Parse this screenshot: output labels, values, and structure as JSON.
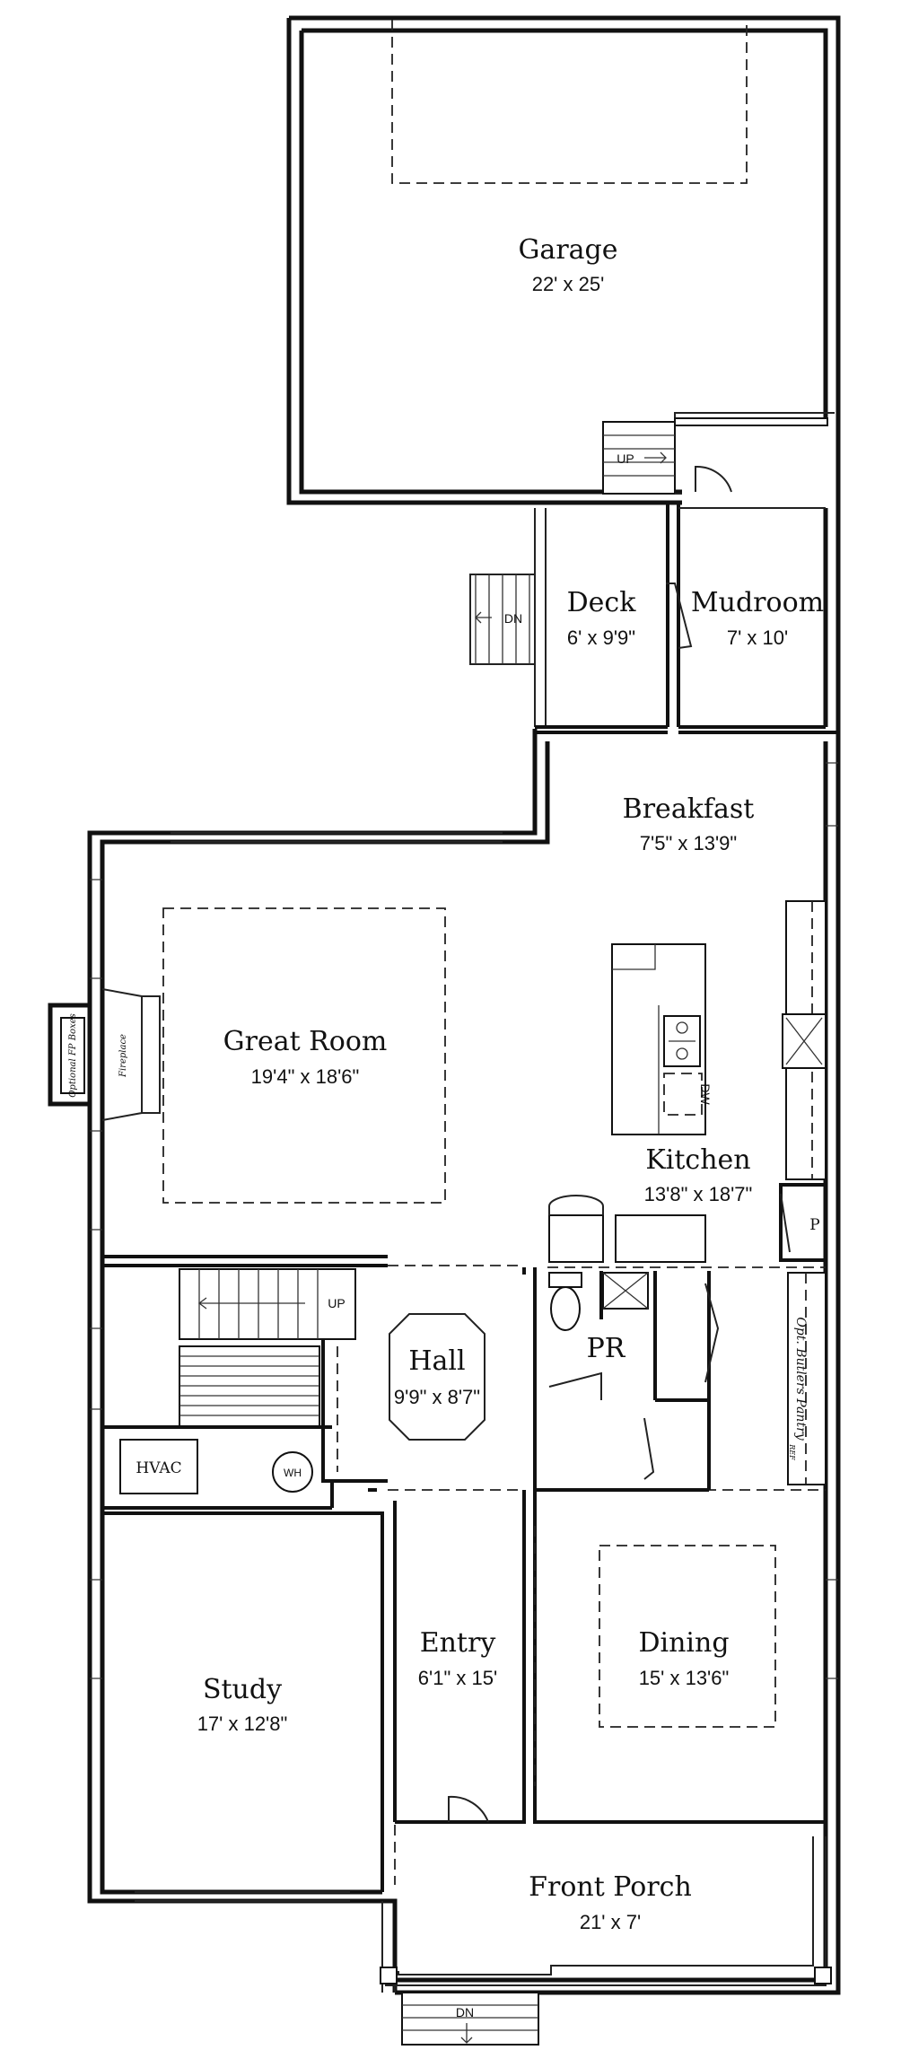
{
  "rooms": {
    "garage": {
      "name": "Garage",
      "dims": "22' x 25'"
    },
    "deck": {
      "name": "Deck",
      "dims": "6' x 9'9\""
    },
    "mudroom": {
      "name": "Mudroom",
      "dims": "7' x 10'"
    },
    "breakfast": {
      "name": "Breakfast",
      "dims": "7'5\" x 13'9\""
    },
    "great_room": {
      "name": "Great Room",
      "dims": "19'4\" x 18'6\""
    },
    "kitchen": {
      "name": "Kitchen",
      "dims": "13'8\" x 18'7\""
    },
    "hall": {
      "name": "Hall",
      "dims": "9'9\" x 8'7\""
    },
    "pr": {
      "name": "PR"
    },
    "entry": {
      "name": "Entry",
      "dims": "6'1\" x 15'"
    },
    "dining": {
      "name": "Dining",
      "dims": "15' x 13'6\""
    },
    "study": {
      "name": "Study",
      "dims": "17' x 12'8\""
    },
    "front_porch": {
      "name": "Front Porch",
      "dims": "21' x 7'"
    }
  },
  "labels": {
    "stair_up": "UP",
    "stair_dn": "DN",
    "hvac": "HVAC",
    "wh": "WH",
    "pantry": "P",
    "butlers_pantry": "Opt. Butlers Pantry",
    "ref": "REF",
    "dw": "DW",
    "fireplace": "Fireplace",
    "optional_fp_boxes": "Optional FP Boxes"
  }
}
